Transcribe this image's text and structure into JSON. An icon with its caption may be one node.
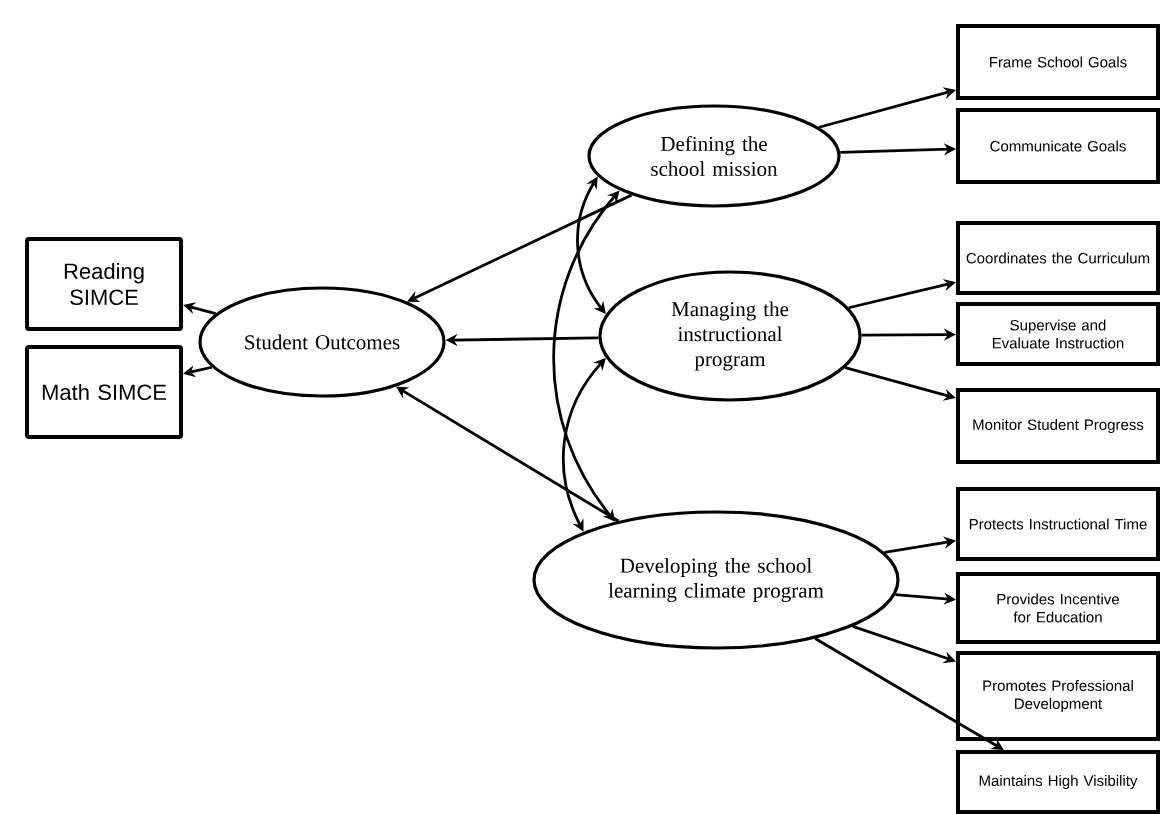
{
  "diagram": {
    "nodes": [
      {
        "text": [
          "Reading SIMCE"
        ]
      },
      {
        "text": [
          "Math SIMCE"
        ]
      },
      {
        "text": [
          "Student Outcomes"
        ]
      },
      {
        "text": [
          "Defining the school mission"
        ]
      },
      {
        "text": [
          "Managing the instructional program"
        ]
      },
      {
        "text": [
          "Developing the school learning climate program"
        ]
      },
      {
        "text": [
          "Frame School Goals"
        ]
      },
      {
        "text": [
          "Communicate Goals"
        ]
      },
      {
        "text": [
          "Coordinates the Curriculum"
        ]
      },
      {
        "text": [
          "Supervise and Evaluate Instruction"
        ]
      },
      {
        "text": [
          "Monitor Student Progress"
        ]
      },
      {
        "text": [
          "Protects Instructional Time"
        ]
      },
      {
        "text": [
          "Provides Incentive for Education"
        ]
      },
      {
        "text": [
          "Promotes Professional Development"
        ]
      },
      {
        "text": [
          "Maintains High Visibility"
        ]
      }
    ],
    "edges": [
      {
        "from": 2,
        "to": 0,
        "arrow": "to"
      },
      {
        "from": 2,
        "to": 1,
        "arrow": "to"
      },
      {
        "from": 3,
        "to": 2,
        "arrow": "to"
      },
      {
        "from": 4,
        "to": 2,
        "arrow": "to"
      },
      {
        "from": 5,
        "to": 2,
        "arrow": "to"
      },
      {
        "from": 3,
        "to": 4,
        "arrow": "both"
      },
      {
        "from": 4,
        "to": 5,
        "arrow": "both"
      },
      {
        "from": 3,
        "to": 5,
        "arrow": "both"
      },
      {
        "from": 3,
        "to": 6,
        "arrow": "to"
      },
      {
        "from": 3,
        "to": 7,
        "arrow": "to"
      },
      {
        "from": 4,
        "to": 8,
        "arrow": "to"
      },
      {
        "from": 4,
        "to": 9,
        "arrow": "to"
      },
      {
        "from": 4,
        "to": 10,
        "arrow": "to"
      },
      {
        "from": 5,
        "to": 11,
        "arrow": "to"
      },
      {
        "from": 5,
        "to": 12,
        "arrow": "to"
      },
      {
        "from": 5,
        "to": 13,
        "arrow": "to"
      },
      {
        "from": 5,
        "to": 14,
        "arrow": "to"
      }
    ]
  }
}
